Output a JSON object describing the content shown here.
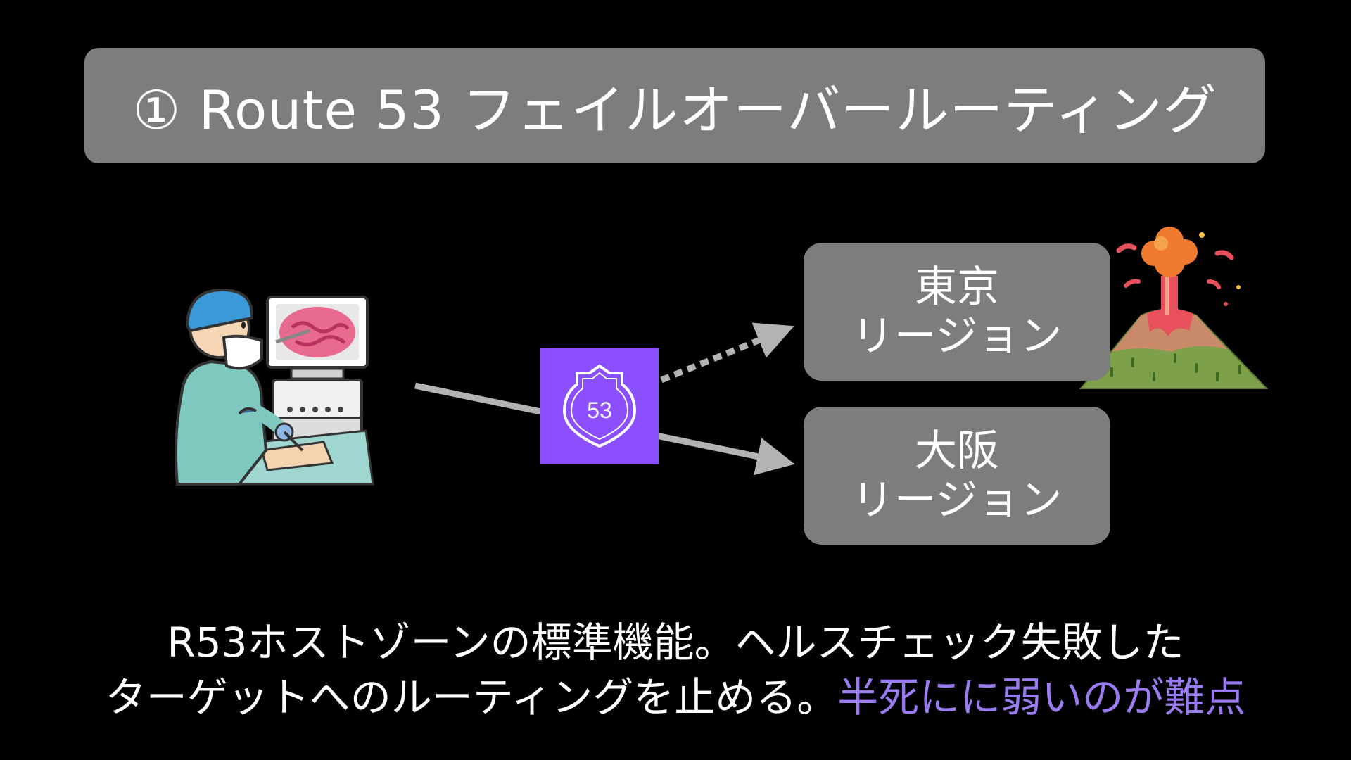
{
  "title": "① Route 53 フェイルオーバールーティング",
  "route53_icon": {
    "label": "53",
    "icon": "route53-shield-icon",
    "color": "#8c4fff"
  },
  "regions": {
    "tokyo": {
      "line1": "東京",
      "line2": "リージョン",
      "status_icon": "volcano-eruption-icon"
    },
    "osaka": {
      "line1": "大阪",
      "line2": "リージョン"
    }
  },
  "source_illustration": "surgeon-with-endoscope-monitor-icon",
  "caption": {
    "line1": "R53ホストゾーンの標準機能。ヘルスチェック失敗した",
    "line2_main": "ターゲットへのルーティングを止める。",
    "line2_highlight": "半死にに弱いのが難点"
  },
  "colors": {
    "background": "#000000",
    "box_gray": "#7d7d7d",
    "arrow_gray": "#b3b3b3",
    "accent_purple": "#9b7cf0",
    "route53_purple": "#8c4fff"
  }
}
